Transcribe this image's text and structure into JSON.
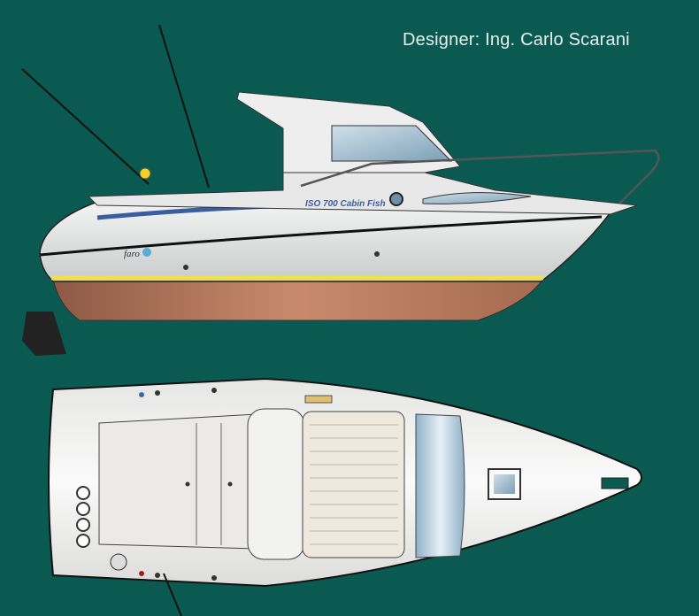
{
  "caption": {
    "designer": "Designer: Ing. Carlo Scarani"
  },
  "side_view": {
    "model_label": "ISO 700 Cabin Fish",
    "logo_text": "faro"
  },
  "colors": {
    "background": "#0a5a52",
    "hull_bottom": "#b8765a",
    "stripe": "#f0e04a",
    "blue_stripe": "#3a5fa0"
  }
}
